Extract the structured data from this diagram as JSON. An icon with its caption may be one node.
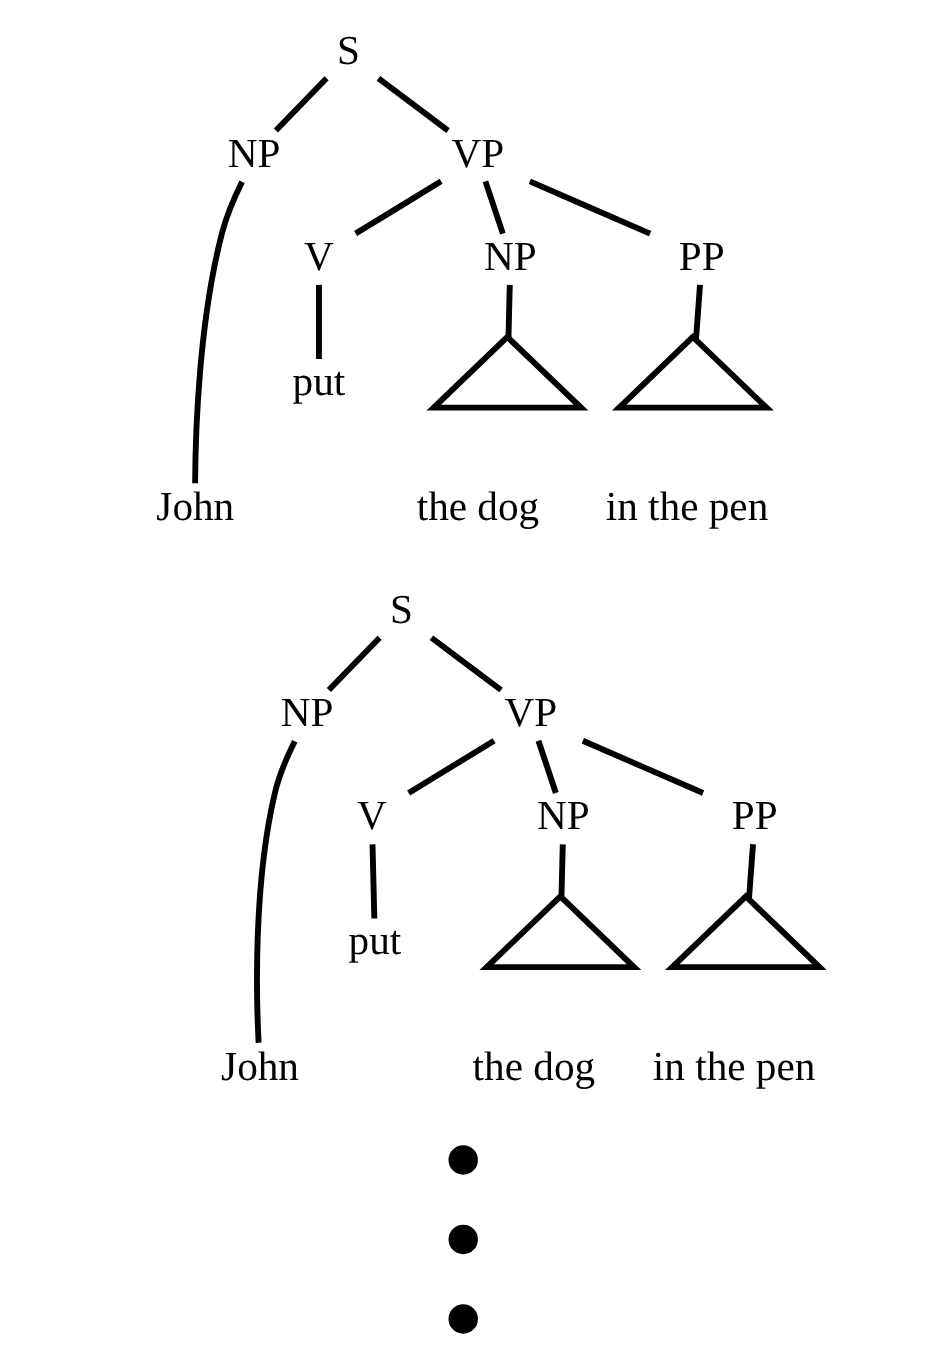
{
  "diagram": {
    "nodes": [
      {
        "text": [
          "S"
        ]
      },
      {
        "text": [
          "NP"
        ]
      },
      {
        "text": [
          "VP"
        ]
      },
      {
        "text": [
          "John"
        ]
      },
      {
        "text": [
          "V"
        ]
      },
      {
        "text": [
          "NP"
        ]
      },
      {
        "text": [
          "PP"
        ]
      },
      {
        "text": [
          "put"
        ]
      },
      {
        "text": [],
        "shape": "triangle",
        "beside": [
          "the dog"
        ]
      },
      {
        "text": [],
        "shape": "triangle",
        "beside": [
          "in the pen"
        ]
      },
      {
        "text": [
          "S"
        ]
      },
      {
        "text": [
          "NP"
        ]
      },
      {
        "text": [
          "VP"
        ]
      },
      {
        "text": [
          "John"
        ]
      },
      {
        "text": [
          "V"
        ]
      },
      {
        "text": [
          "NP"
        ]
      },
      {
        "text": [
          "PP"
        ]
      },
      {
        "text": [
          "put"
        ]
      },
      {
        "text": [],
        "shape": "triangle",
        "beside": [
          "the dog"
        ]
      },
      {
        "text": [],
        "shape": "triangle",
        "beside": [
          "in the pen"
        ]
      },
      {
        "text": [],
        "shape": "circle"
      },
      {
        "text": [],
        "shape": "circle"
      },
      {
        "text": [],
        "shape": "circle"
      }
    ],
    "edges": [
      {
        "from": 0,
        "to": 1,
        "arrow": "none"
      },
      {
        "from": 0,
        "to": 2,
        "arrow": "none"
      },
      {
        "from": 1,
        "to": 3,
        "arrow": "none"
      },
      {
        "from": 2,
        "to": 4,
        "arrow": "none"
      },
      {
        "from": 2,
        "to": 5,
        "arrow": "none"
      },
      {
        "from": 2,
        "to": 6,
        "arrow": "none"
      },
      {
        "from": 4,
        "to": 7,
        "arrow": "none"
      },
      {
        "from": 5,
        "to": 8,
        "arrow": "none"
      },
      {
        "from": 6,
        "to": 9,
        "arrow": "none"
      },
      {
        "from": 10,
        "to": 11,
        "arrow": "none"
      },
      {
        "from": 10,
        "to": 12,
        "arrow": "none"
      },
      {
        "from": 11,
        "to": 13,
        "arrow": "none"
      },
      {
        "from": 12,
        "to": 14,
        "arrow": "none"
      },
      {
        "from": 12,
        "to": 15,
        "arrow": "none"
      },
      {
        "from": 12,
        "to": 16,
        "arrow": "none"
      },
      {
        "from": 14,
        "to": 17,
        "arrow": "none"
      },
      {
        "from": 15,
        "to": 18,
        "arrow": "none"
      },
      {
        "from": 16,
        "to": 19,
        "arrow": "none"
      }
    ]
  }
}
